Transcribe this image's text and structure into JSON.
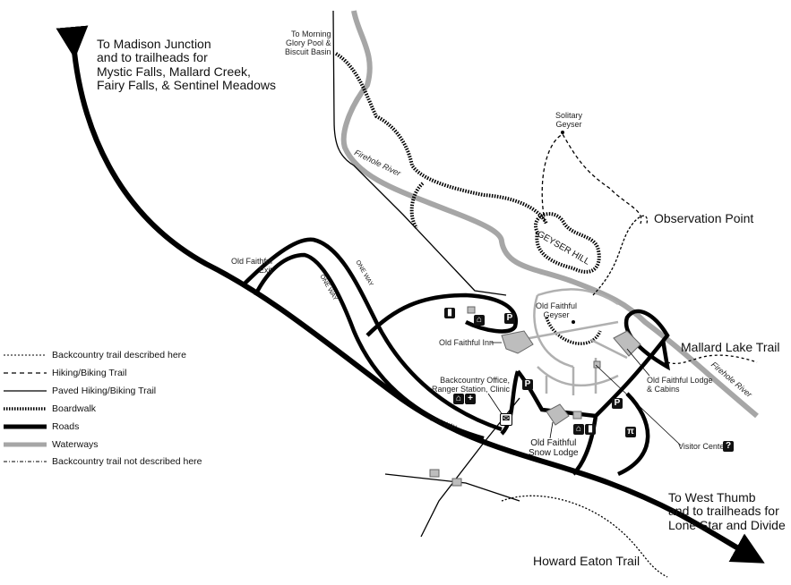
{
  "labels": {
    "madison": [
      "To Madison Junction",
      "and to trailheads for",
      "Mystic Falls, Mallard Creek,",
      "Fairy Falls, & Sentinel Meadows"
    ],
    "morning_glory": [
      "To Morning",
      "Glory Pool &",
      "Biscuit Basin"
    ],
    "solitary": [
      "Solitary",
      "Geyser"
    ],
    "observation_point": "Observation Point",
    "firehole_river": "Firehole River",
    "geyser_hill": "GEYSER HILL",
    "old_faithful_exit": [
      "Old Faithful",
      "Exit"
    ],
    "one_way": "ONE WAY",
    "old_faithful_geyser": [
      "Old Faithful",
      "Geyser"
    ],
    "old_faithful_inn": "Old Faithful Inn",
    "mallard_lake": "Mallard Lake Trail",
    "lodge_cabins": [
      "Old Faithful Lodge",
      "& Cabins"
    ],
    "backcountry_office": [
      "Backcountry Office,",
      "Ranger Station, Clinic"
    ],
    "snow_lodge": [
      "Old Faithful",
      "Snow Lodge"
    ],
    "visitor_center": "Visitor Center",
    "west_thumb": [
      "To West Thumb",
      "and to trailheads for",
      "Lone Star and Divide"
    ],
    "howard_eaton": "Howard Eaton Trail"
  },
  "legend": [
    {
      "label": "Backcountry trail described here",
      "style": "dotted"
    },
    {
      "label": "Hiking/Biking Trail",
      "style": "dashed"
    },
    {
      "label": "Paved Hiking/Biking Trail",
      "style": "solid-thin"
    },
    {
      "label": "Boardwalk",
      "style": "boardwalk"
    },
    {
      "label": "Roads",
      "style": "road"
    },
    {
      "label": "Waterways",
      "style": "water"
    },
    {
      "label": "Backcountry trail not described here",
      "style": "dash-dot"
    }
  ],
  "symbols": {
    "parking": "P",
    "hospital": "+",
    "info": "?",
    "picnic": "π",
    "post": "✉",
    "restroom": "▮",
    "lodging": "⌂"
  },
  "colors": {
    "road": "#000000",
    "water": "#a6a6a6",
    "building": "#bdbdbd",
    "boardwalk_grey": "#b0b0b0"
  }
}
